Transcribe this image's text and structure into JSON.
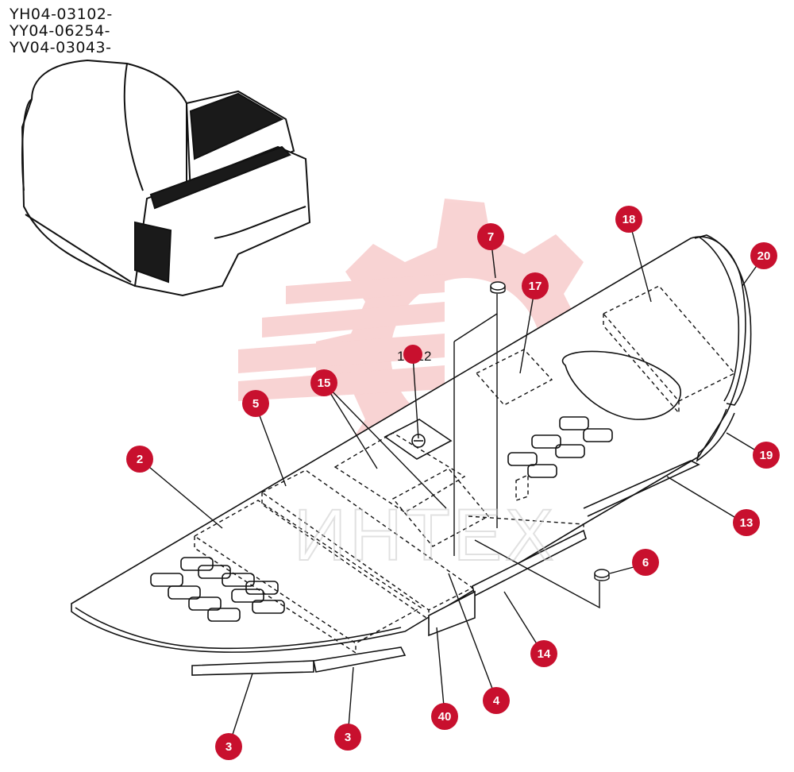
{
  "serial_numbers": [
    "YH04-03102-",
    "YY04-06254-",
    "YV04-03043-"
  ],
  "sub_reference": "13-12",
  "watermark_text": "ИНТЕХ",
  "colors": {
    "callout_fill": "#c8102e",
    "watermark": "#f08080",
    "line": "#111111"
  },
  "callouts": [
    {
      "id": "2",
      "label": "2"
    },
    {
      "id": "3a",
      "label": "3"
    },
    {
      "id": "3b",
      "label": "3"
    },
    {
      "id": "4",
      "label": "4"
    },
    {
      "id": "5",
      "label": "5"
    },
    {
      "id": "6",
      "label": "6"
    },
    {
      "id": "7",
      "label": "7"
    },
    {
      "id": "13",
      "label": "13"
    },
    {
      "id": "14",
      "label": "14"
    },
    {
      "id": "15",
      "label": "15"
    },
    {
      "id": "17",
      "label": "17"
    },
    {
      "id": "18",
      "label": "18"
    },
    {
      "id": "19",
      "label": "19"
    },
    {
      "id": "20",
      "label": "20"
    },
    {
      "id": "40",
      "label": "40"
    }
  ]
}
